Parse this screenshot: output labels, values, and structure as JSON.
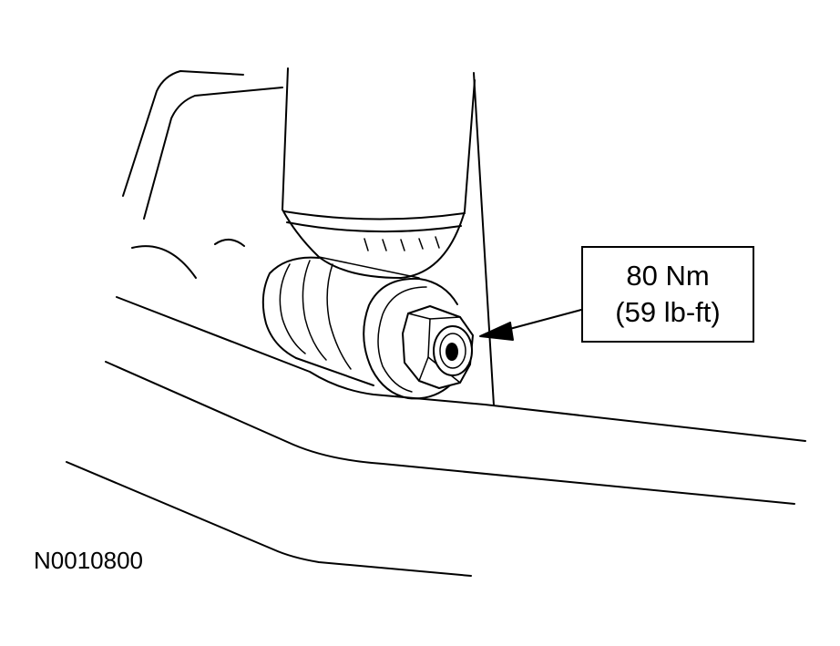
{
  "callout": {
    "metric": "80 Nm",
    "imperial": "(59 lb-ft)"
  },
  "figure_id": "N0010800",
  "colors": {
    "line": "#000000",
    "background": "#ffffff"
  }
}
